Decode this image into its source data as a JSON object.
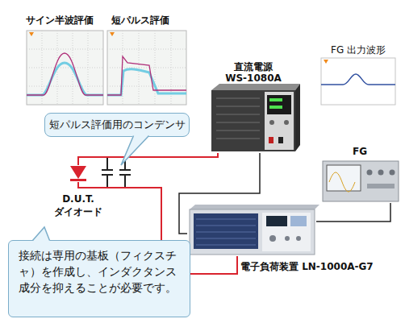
{
  "diagram": {
    "nodes": [
      {
        "text": [
          "サイン半波評価"
        ]
      },
      {
        "text": [
          "短パルス評価"
        ]
      },
      {
        "text": [
          "直流電源 WS-1080A"
        ]
      },
      {
        "text": [
          "FG 出力波形"
        ]
      },
      {
        "text": [
          "短パルス評価用のコンデンサ"
        ]
      },
      {
        "text": [
          "FG"
        ]
      },
      {
        "text": [
          "D.U.T. ダイオード"
        ]
      },
      {
        "text": [
          "電子負荷装置 LN-1000A-G7"
        ]
      },
      {
        "text": [
          "接続は専用の基板（フィクスチャ）を作成し、インダクタンス成分を抑えることが必要です。"
        ]
      }
    ],
    "edges": [
      {
        "from": 2,
        "to": 6,
        "arrow": "none"
      },
      {
        "from": 6,
        "to": 7,
        "arrow": "none"
      },
      {
        "from": 2,
        "to": 7,
        "arrow": "none"
      },
      {
        "from": 5,
        "to": 7,
        "arrow": "none"
      }
    ]
  }
}
